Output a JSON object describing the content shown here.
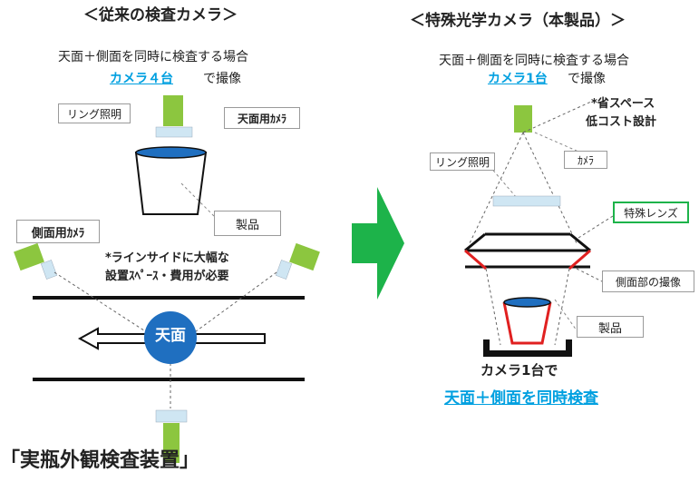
{
  "left": {
    "title": "＜従来の検査カメラ＞",
    "desc_line1": "天面＋側面を同時に検査する場合",
    "desc_count": "カメラ４台",
    "desc_suffix": "で撮像",
    "label_ring": "リング照明",
    "label_top_camera": "天面用ｶﾒﾗ",
    "label_product": "製品",
    "label_side_camera": "側面用ｶﾒﾗ",
    "note_line1": "*ラインサイドに大幅な",
    "note_line2": "設置ｽﾍﾟｰｽ・費用が必要",
    "center_label": "天面"
  },
  "right": {
    "title": "＜特殊光学カメラ（本製品）＞",
    "desc_line1": "天面＋側面を同時に検査する場合",
    "desc_count": "カメラ1台",
    "desc_suffix": "で撮像",
    "note_line1": "*省スペース",
    "note_line2": "低コスト設計",
    "label_ring": "リング照明",
    "label_camera": "ｶﾒﾗ",
    "label_lens": "特殊レンズ",
    "label_side": "側面部の撮像",
    "label_product": "製品",
    "bottom_line1": "カメラ1台で",
    "bottom_line2": "天面＋側面を同時検査"
  },
  "caption": "「実瓶外観検査装置」",
  "colors": {
    "camera_green": "#8cc63f",
    "arrow_green": "#1db34a",
    "ring_blue": "#cfe6f3",
    "circle_blue": "#1f6fc0",
    "lens_red": "#e02020",
    "link_blue": "#00a0e0"
  }
}
